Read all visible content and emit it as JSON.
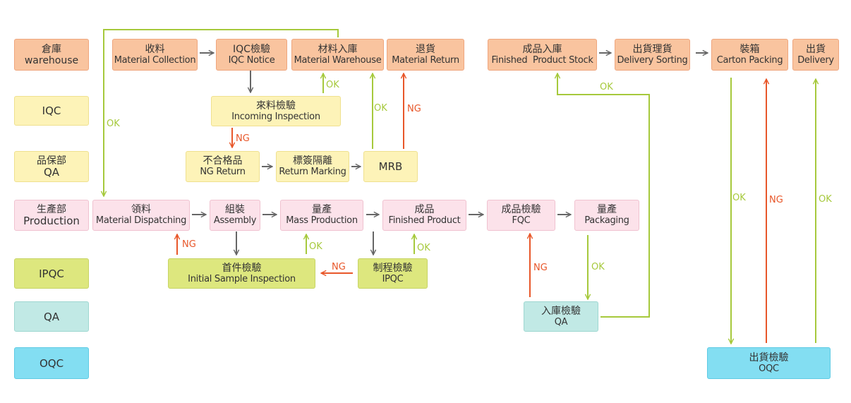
{
  "lanes": [
    {
      "zh": "倉庫",
      "en": "warehouse"
    },
    {
      "zh": "",
      "en": "IQC"
    },
    {
      "zh": "品保部",
      "en": "QA"
    },
    {
      "zh": "生產部",
      "en": "Production"
    },
    {
      "zh": "",
      "en": "IPQC"
    },
    {
      "zh": "",
      "en": "QA"
    },
    {
      "zh": "",
      "en": "OQC"
    }
  ],
  "nodes": {
    "material_collection": {
      "zh": "收料",
      "en": "Material Collection"
    },
    "iqc_notice": {
      "zh": "IQC檢驗",
      "en": "IQC Notice"
    },
    "material_warehouse": {
      "zh": "材料入庫",
      "en": "Material Warehouse"
    },
    "material_return": {
      "zh": "退貨",
      "en": "Material Return"
    },
    "finished_product_stock": {
      "zh": "成品入庫",
      "en": "Finished  Product Stock"
    },
    "delivery_sorting": {
      "zh": "出貨理貨",
      "en": "Delivery Sorting"
    },
    "carton_packing": {
      "zh": "裝箱",
      "en": "Carton Packing"
    },
    "delivery": {
      "zh": "出貨",
      "en": "Delivery"
    },
    "incoming_inspection": {
      "zh": "來料檢驗",
      "en": "Incoming Inspection"
    },
    "ng_return": {
      "zh": "不合格品",
      "en": "NG Return"
    },
    "return_marking": {
      "zh": "標簽隔離",
      "en": "Return Marking"
    },
    "mrb": {
      "zh": "",
      "en": "MRB"
    },
    "material_dispatching": {
      "zh": "領料",
      "en": "Material Dispatching"
    },
    "assembly": {
      "zh": "組裝",
      "en": "Assembly"
    },
    "mass_production": {
      "zh": "量產",
      "en": "Mass Production"
    },
    "finished_product": {
      "zh": "成品",
      "en": "Finished Product"
    },
    "fqc": {
      "zh": "成品檢驗",
      "en": "FQC"
    },
    "packaging": {
      "zh": "量產",
      "en": "Packaging"
    },
    "initial_sample_inspection": {
      "zh": "首件檢驗",
      "en": "Initial Sample Inspection"
    },
    "ipqc_inspection": {
      "zh": "制程檢驗",
      "en": "IPQC"
    },
    "qa_storage_inspection": {
      "zh": "入庫檢驗",
      "en": "QA"
    },
    "oqc_shipping_inspection": {
      "zh": "出貨檢驗",
      "en": "OQC"
    }
  },
  "edge_labels": {
    "ok": "OK",
    "ng": "NG"
  },
  "colors": {
    "ok_line": "#a6c93c",
    "ng_line": "#e8572a",
    "flow_line": "#666666"
  }
}
